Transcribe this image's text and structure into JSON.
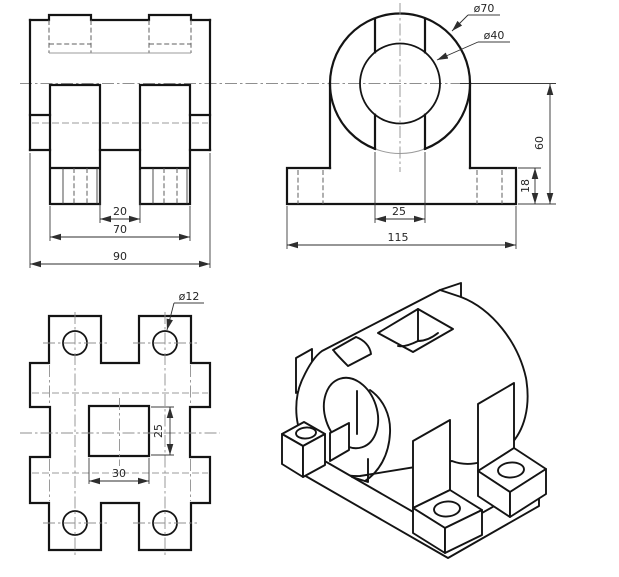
{
  "drawing": {
    "side_view": {
      "d20": "20",
      "d70": "70",
      "d90": "90"
    },
    "front_view": {
      "label_od": "ø70",
      "label_id": "ø40",
      "d25": "25",
      "d115": "115",
      "d60": "60",
      "d18": "18"
    },
    "top_view": {
      "label_hole": "ø12",
      "d30": "30",
      "d25": "25"
    },
    "colors": {
      "outline": "#141414",
      "thin_line": "#3c3c3c",
      "hidden_line": "#5f5f5f",
      "center_line": "#8f8f8f",
      "background": "#ffffff"
    }
  }
}
